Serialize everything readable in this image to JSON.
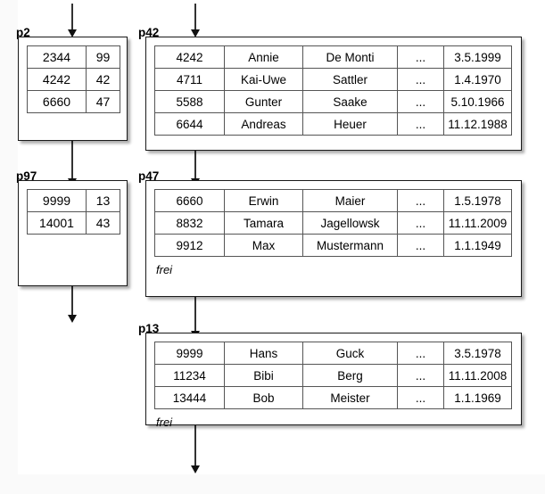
{
  "diagram": {
    "title": "B-tree / index page chain with data pages",
    "background_color": "#ffffff",
    "line_color": "#333333",
    "box_border_color": "#1a1a1a",
    "free_space_label": "frei",
    "ellipsis": "..."
  },
  "pages": [
    {
      "id": "p2",
      "label": "p2",
      "kind": "index",
      "columns": 2,
      "rows": [
        {
          "key": "2344",
          "pointer": "99"
        },
        {
          "key": "4242",
          "pointer": "42"
        },
        {
          "key": "6660",
          "pointer": "47"
        }
      ],
      "has_free_label": false
    },
    {
      "id": "p42",
      "label": "p42",
      "kind": "data",
      "columns": 5,
      "rows": [
        {
          "id": "4242",
          "first_name": "Annie",
          "last_name": "De Monti",
          "more": "...",
          "date": "3.5.1999"
        },
        {
          "id": "4711",
          "first_name": "Kai-Uwe",
          "last_name": "Sattler",
          "more": "...",
          "date": "1.4.1970"
        },
        {
          "id": "5588",
          "first_name": "Gunter",
          "last_name": "Saake",
          "more": "...",
          "date": "5.10.1966"
        },
        {
          "id": "6644",
          "first_name": "Andreas",
          "last_name": "Heuer",
          "more": "...",
          "date": "11.12.1988"
        }
      ],
      "has_free_label": false
    },
    {
      "id": "p97",
      "label": "p97",
      "kind": "index",
      "columns": 2,
      "rows": [
        {
          "key": "9999",
          "pointer": "13"
        },
        {
          "key": "14001",
          "pointer": "43"
        }
      ],
      "has_free_label": false
    },
    {
      "id": "p47",
      "label": "p47",
      "kind": "data",
      "columns": 5,
      "rows": [
        {
          "id": "6660",
          "first_name": "Erwin",
          "last_name": "Maier",
          "more": "...",
          "date": "1.5.1978"
        },
        {
          "id": "8832",
          "first_name": "Tamara",
          "last_name": "Jagellowsk",
          "more": "...",
          "date": "11.11.2009"
        },
        {
          "id": "9912",
          "first_name": "Max",
          "last_name": "Mustermann",
          "more": "...",
          "date": "1.1.1949"
        }
      ],
      "has_free_label": true
    },
    {
      "id": "p13",
      "label": "p13",
      "kind": "data",
      "columns": 5,
      "rows": [
        {
          "id": "9999",
          "first_name": "Hans",
          "last_name": "Guck",
          "more": "...",
          "date": "3.5.1978"
        },
        {
          "id": "11234",
          "first_name": "Bibi",
          "last_name": "Berg",
          "more": "...",
          "date": "11.11.2008"
        },
        {
          "id": "13444",
          "first_name": "Bob",
          "last_name": "Meister",
          "more": "...",
          "date": "1.1.1969"
        }
      ],
      "has_free_label": true
    }
  ],
  "arrows": [
    {
      "name": "into-p2",
      "from": "top-edge",
      "to": "p2"
    },
    {
      "name": "into-p42",
      "from": "top-edge",
      "to": "p42"
    },
    {
      "name": "p2-to-p97",
      "from": "p2",
      "to": "p97"
    },
    {
      "name": "p42-to-p47",
      "from": "p42",
      "to": "p47"
    },
    {
      "name": "p97-to-bottom",
      "from": "p97",
      "to": "dangling"
    },
    {
      "name": "p47-to-p13",
      "from": "p47",
      "to": "p13"
    },
    {
      "name": "p13-to-bottom",
      "from": "p13",
      "to": "dangling"
    }
  ]
}
